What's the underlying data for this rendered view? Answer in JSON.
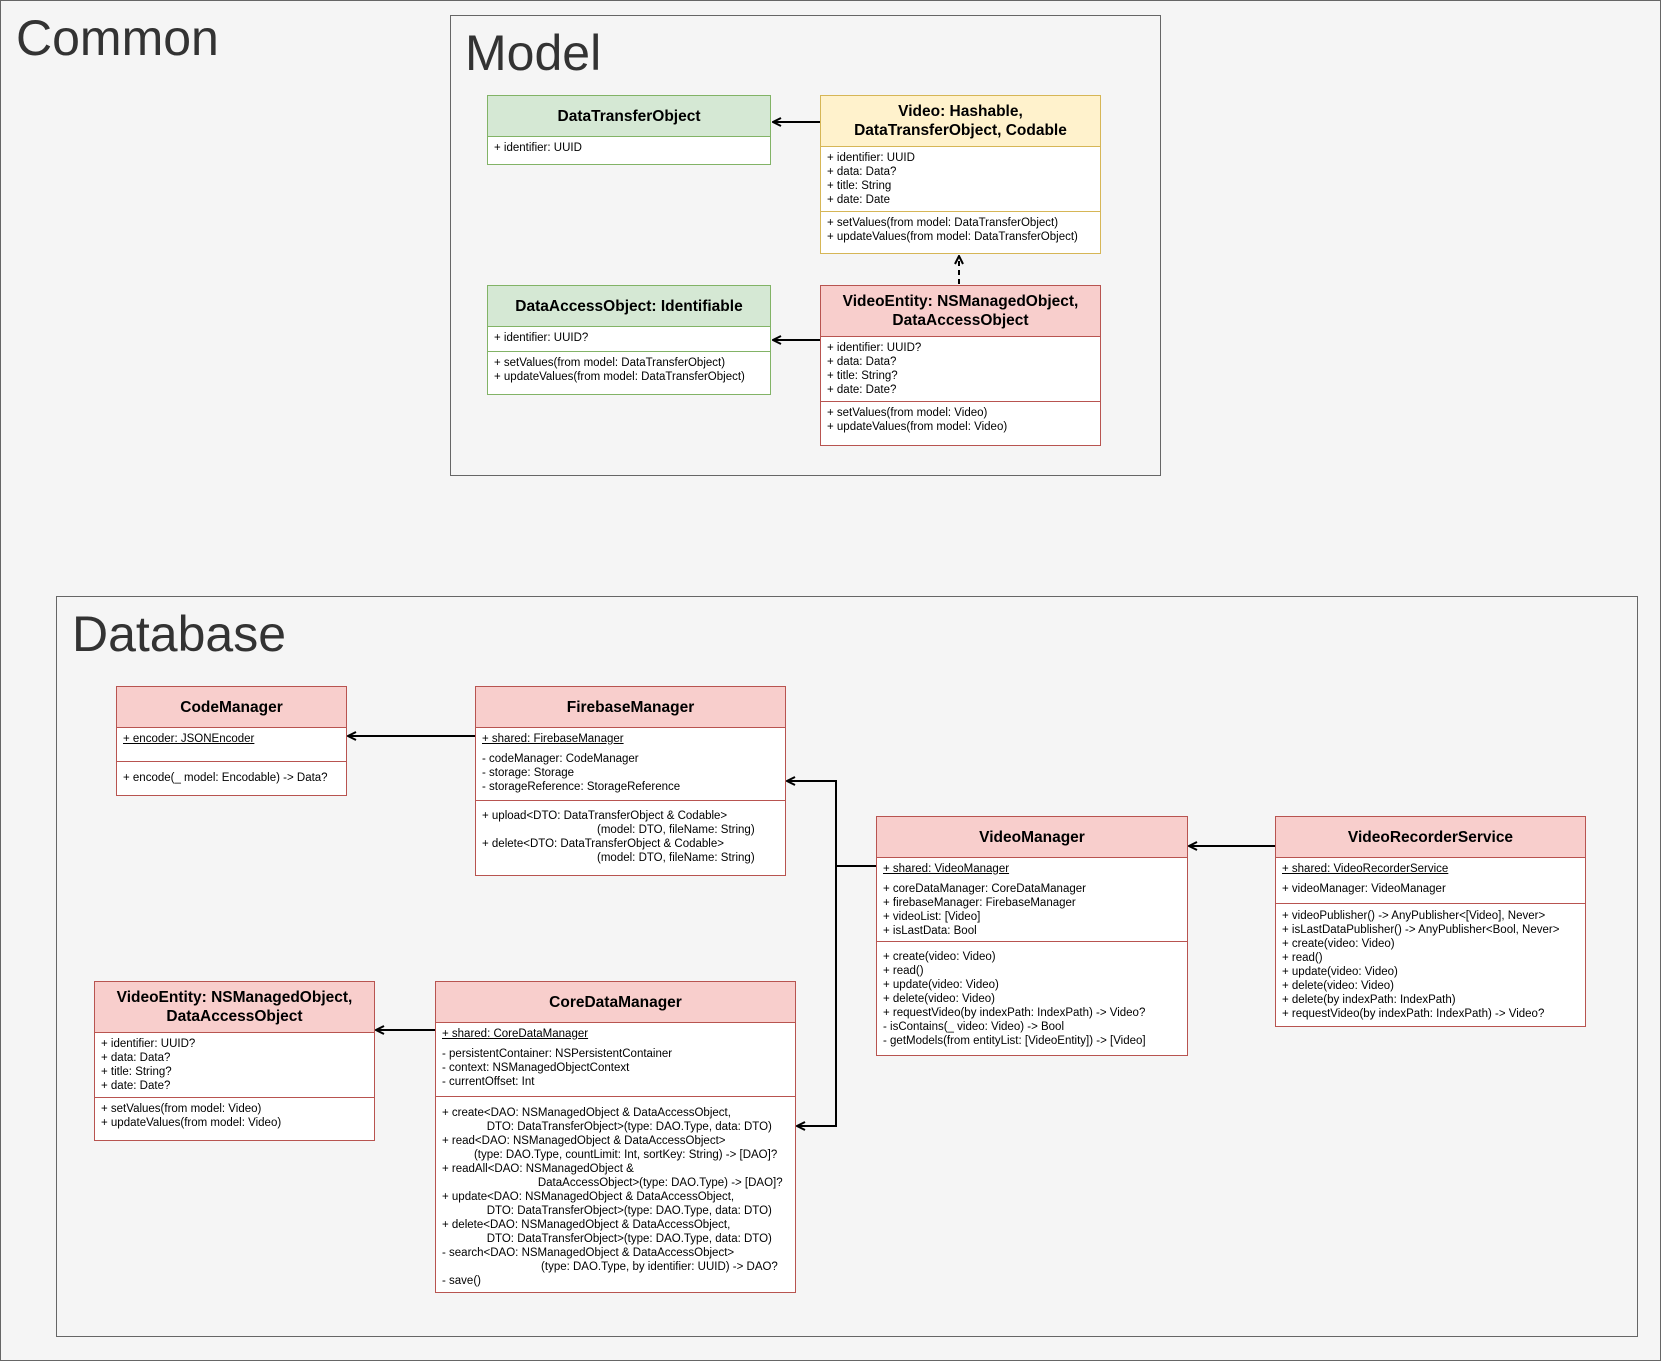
{
  "regions": {
    "common": "Common",
    "model": "Model",
    "database": "Database"
  },
  "classes": {
    "dto": {
      "title": "DataTransferObject",
      "attributes": [
        "+ identifier: UUID"
      ],
      "methods": []
    },
    "video": {
      "title": "Video: Hashable,\nDataTransferObject, Codable",
      "attributes": [
        "+ identifier: UUID",
        "+ data: Data?",
        "+ title: String",
        "+ date: Date"
      ],
      "methods": [
        "+ setValues(from model: DataTransferObject)",
        "+ updateValues(from model: DataTransferObject)"
      ]
    },
    "dao": {
      "title": "DataAccessObject: Identifiable",
      "attributes": [
        "+ identifier: UUID?"
      ],
      "methods": [
        "+ setValues(from model: DataTransferObject)",
        "+ updateValues(from model: DataTransferObject)"
      ]
    },
    "video_entity_model": {
      "title": "VideoEntity: NSManagedObject,\nDataAccessObject",
      "attributes": [
        "+ identifier: UUID?",
        "+ data: Data?",
        "+ title: String?",
        "+ date: Date?"
      ],
      "methods": [
        "+ setValues(from model: Video)",
        "+ updateValues(from model: Video)"
      ]
    },
    "code_manager": {
      "title": "CodeManager",
      "static": [
        "+ encoder: JSONEncoder"
      ],
      "attributes": [],
      "methods": [
        "+ encode(_ model: Encodable) -> Data?"
      ]
    },
    "firebase_manager": {
      "title": "FirebaseManager",
      "static": [
        "+ shared: FirebaseManager"
      ],
      "attributes": [
        "- codeManager: CodeManager",
        "- storage: Storage",
        "- storageReference: StorageReference"
      ],
      "methods": [
        "+ upload<DTO: DataTransferObject & Codable>",
        "                                    (model: DTO, fileName: String)",
        "+ delete<DTO: DataTransferObject & Codable>",
        "                                    (model: DTO, fileName: String)"
      ]
    },
    "video_manager": {
      "title": "VideoManager",
      "static": [
        "+ shared: VideoManager"
      ],
      "attributes": [
        "+ coreDataManager: CoreDataManager",
        "+ firebaseManager: FirebaseManager",
        "+ videoList: [Video]",
        "+ isLastData: Bool"
      ],
      "methods": [
        "+ create(video: Video)",
        "+ read()",
        "+ update(video: Video)",
        "+ delete(video: Video)",
        "+ requestVideo(by indexPath: IndexPath) -> Video?",
        "- isContains(_ video: Video) -> Bool",
        "- getModels(from entityList: [VideoEntity]) -> [Video]"
      ]
    },
    "video_recorder_service": {
      "title": "VideoRecorderService",
      "static": [
        "+ shared: VideoRecorderService"
      ],
      "attributes": [
        "+ videoManager: VideoManager"
      ],
      "methods": [
        "+ videoPublisher() -> AnyPublisher<[Video], Never>",
        "+ isLastDataPublisher() -> AnyPublisher<Bool, Never>",
        "+ create(video: Video)",
        "+ read()",
        "+ update(video: Video)",
        "+ delete(video: Video)",
        "+ delete(by indexPath: IndexPath)",
        "+ requestVideo(by indexPath: IndexPath) -> Video?"
      ]
    },
    "video_entity_db": {
      "title": "VideoEntity: NSManagedObject,\nDataAccessObject",
      "attributes": [
        "+ identifier: UUID?",
        "+ data: Data?",
        "+ title: String?",
        "+ date: Date?"
      ],
      "methods": [
        "+ setValues(from model: Video)",
        "+ updateValues(from model: Video)"
      ]
    },
    "core_data_manager": {
      "title": "CoreDataManager",
      "static": [
        "+ shared: CoreDataManager"
      ],
      "attributes": [
        "- persistentContainer: NSPersistentContainer",
        "- context: NSManagedObjectContext",
        "- currentOffset: Int"
      ],
      "methods": [
        "+ create<DAO: NSManagedObject & DataAccessObject,",
        "              DTO: DataTransferObject>(type: DAO.Type, data: DTO)",
        "+ read<DAO: NSManagedObject & DataAccessObject>",
        "          (type: DAO.Type, countLimit: Int, sortKey: String) -> [DAO]?",
        "+ readAll<DAO: NSManagedObject &",
        "                              DataAccessObject>(type: DAO.Type) -> [DAO]?",
        "+ update<DAO: NSManagedObject & DataAccessObject,",
        "              DTO: DataTransferObject>(type: DAO.Type, data: DTO)",
        "+ delete<DAO: NSManagedObject & DataAccessObject,",
        "              DTO: DataTransferObject>(type: DAO.Type, data: DTO)",
        "- search<DAO: NSManagedObject & DataAccessObject>",
        "                               (type: DAO.Type, by identifier: UUID) -> DAO?",
        "- save()"
      ]
    }
  },
  "colors": {
    "green_fill": "#d5e8d4",
    "green_border": "#82b366",
    "yellow_fill": "#fff2cc",
    "yellow_border": "#d6b656",
    "red_fill": "#f8cecc",
    "red_border": "#b85450"
  }
}
